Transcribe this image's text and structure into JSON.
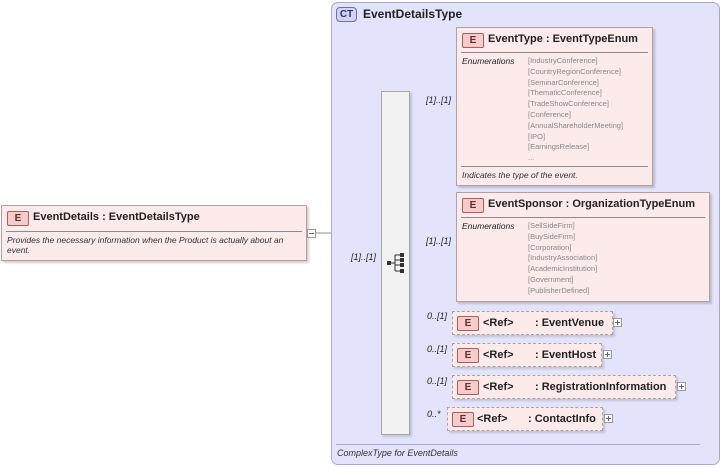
{
  "colors": {
    "complex_type_bg": "#e3e4fb",
    "element_bg": "#fdeaea",
    "badge_bg": "#f4cccc"
  },
  "root": {
    "badge": "E",
    "title": "EventDetails : EventDetailsType",
    "description": "Provides the necessary information when the Product is actually about an event."
  },
  "complex_type": {
    "badge": "CT",
    "title": "EventDetailsType",
    "description": "ComplexType for EventDetails",
    "root_cardinality": "[1]..[1]"
  },
  "elements": {
    "event_type": {
      "badge": "E",
      "title": "EventType : EventTypeEnum",
      "enum_label": "Enumerations",
      "enums": [
        "[IndustryConference]",
        "[CountryRegionConference]",
        "[SeminarConference]",
        "[ThematicConference]",
        "[TradeShowConference]",
        "[Conference]",
        "[AnnualShareholderMeeting]",
        "[IPO]",
        "[EarningsRelease]",
        "..."
      ],
      "description": "Indicates the type of the event.",
      "cardinality": "[1]..[1]"
    },
    "event_sponsor": {
      "badge": "E",
      "title": "EventSponsor : OrganizationTypeEnum",
      "enum_label": "Enumerations",
      "enums": [
        "[SellSideFirm]",
        "[BuySideFirm]",
        "[Corporation]",
        "[IndustryAssociation]",
        "[AcademicInstitution]",
        "[Government]",
        "[PublisherDefined]"
      ],
      "cardinality": "[1]..[1]"
    },
    "event_venue": {
      "badge": "E",
      "ref": "<Ref>",
      "name": ": EventVenue",
      "cardinality": "0..[1]"
    },
    "event_host": {
      "badge": "E",
      "ref": "<Ref>",
      "name": ": EventHost",
      "cardinality": "0..[1]"
    },
    "registration_information": {
      "badge": "E",
      "ref": "<Ref>",
      "name": ": RegistrationInformation",
      "cardinality": "0..[1]"
    },
    "contact_info": {
      "badge": "E",
      "ref": "<Ref>",
      "name": ": ContactInfo",
      "cardinality": "0..*"
    }
  }
}
